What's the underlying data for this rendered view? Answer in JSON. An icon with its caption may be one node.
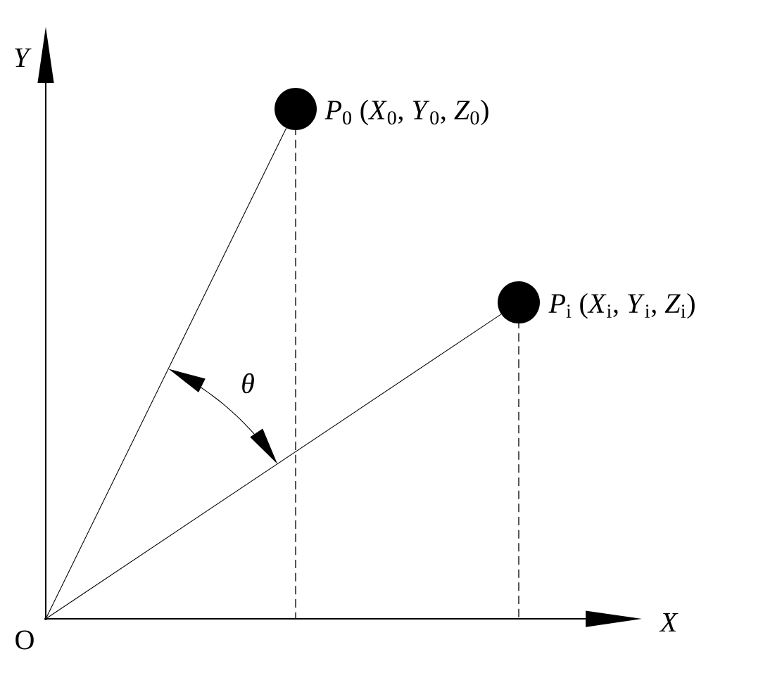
{
  "diagram": {
    "nodes": [
      {
        "text": [],
        "shape": "point",
        "beside": [
          "O"
        ]
      },
      {
        "text": [],
        "shape": "circle",
        "beside": [
          "*P*$_{0}$ (*X*$_{0}$, *Y*$_{0}$, *Z*$_{0}$)"
        ]
      },
      {
        "text": [],
        "shape": "circle",
        "beside": [
          "*P*$_{i}$ (*X*$_{i}$, *Y*$_{i}$, *Z*$_{i}$)"
        ]
      }
    ],
    "edges": [
      {
        "from": 0,
        "to": 1,
        "arrow": "none"
      },
      {
        "from": 0,
        "to": 2,
        "arrow": "none"
      }
    ],
    "labels": [
      "Y",
      "θ",
      "X"
    ]
  }
}
